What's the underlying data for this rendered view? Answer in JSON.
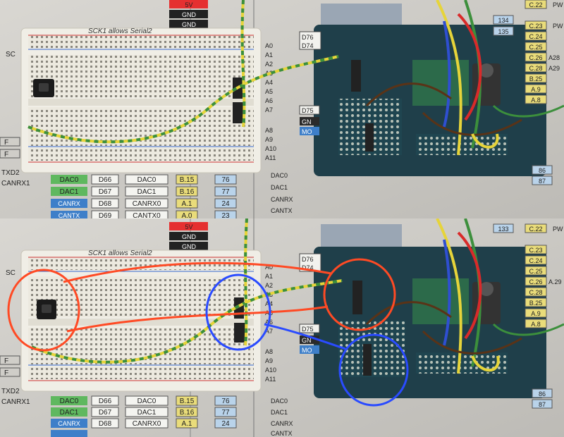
{
  "caption": "SCK1 allows Serial2",
  "power_labels": [
    "5V",
    "GND",
    "GND"
  ],
  "left_row_labels": [
    "SC",
    "F",
    "F",
    "TXD2",
    "CANRX1"
  ],
  "arduino_pins_right": [
    "D76",
    "D74",
    "D75",
    "GN",
    "MO"
  ],
  "analog_pins": [
    "A0",
    "A1",
    "A2",
    "A3",
    "A4",
    "A5",
    "A6",
    "A7",
    "A8",
    "A9",
    "A10",
    "A11"
  ],
  "bottom_rows": [
    {
      "c1": "DAC0",
      "c2": "D66",
      "c3": "DAC0",
      "c4": "B.15",
      "c5": "76",
      "c6": "DAC0"
    },
    {
      "c1": "DAC1",
      "c2": "D67",
      "c3": "DAC1",
      "c4": "B.16",
      "c5": "77",
      "c6": "DAC1"
    },
    {
      "c1": "CANRX",
      "c2": "D68",
      "c3": "CANRX0",
      "c4": "A.1",
      "c5": "24",
      "c6": "CANRX"
    },
    {
      "c1": "CANTX",
      "c2": "D69",
      "c3": "CANTX0",
      "c4": "A.0",
      "c5": "23",
      "c6": "CANTX"
    }
  ],
  "right_col_left": [
    "134",
    "135",
    "",
    "",
    "",
    "",
    "",
    "",
    "86",
    "87"
  ],
  "right_col_right": [
    "C.22",
    "C.23",
    "C.24",
    "C.25",
    "C.26",
    "C.28",
    "B.25",
    "A.9",
    "A.8"
  ],
  "right_edge": [
    "PW",
    "PW",
    "A28",
    "A29"
  ],
  "bottom_right_labels": [
    "133",
    "C.22",
    "PW",
    "C.23",
    "C.24",
    "C.25",
    "C.26",
    "A.29",
    "C.28",
    "B.25",
    "A.9",
    "A.8",
    "86",
    "87"
  ],
  "colors": {
    "red_annotation": "#ff4a24",
    "blue_annotation": "#2a4bff",
    "breadboard": "#e9e6dc",
    "shield": "#1f3f4a",
    "wire_yellow": "#e6d43a",
    "wire_green": "#3c8f3c"
  }
}
